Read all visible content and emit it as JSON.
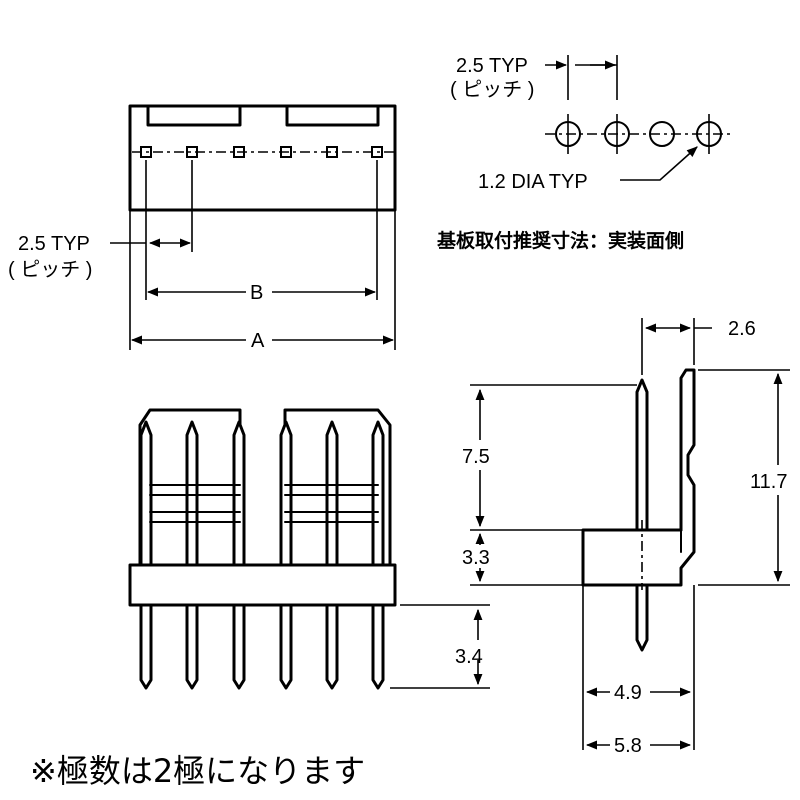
{
  "top_view": {
    "pitch_label": "2.5 TYP",
    "pitch_note": "( ピッチ )",
    "dim_b": "B",
    "dim_a": "A"
  },
  "pcb_layout": {
    "pitch_label": "2.5 TYP",
    "pitch_note": "( ピッチ )",
    "hole_label": "1.2 DIA  TYP",
    "caption": "基板取付推奨寸法：実装面側"
  },
  "side_view": {
    "dim_top_width": "2.6",
    "dim_upper_pin": "7.5",
    "dim_body_height": "3.3",
    "dim_total_height": "11.7",
    "dim_bottom_offset": "4.9",
    "dim_bottom_width": "5.8"
  },
  "front_view": {
    "dim_lower_pin": "3.4"
  },
  "footnote": "※極数は2極になります"
}
